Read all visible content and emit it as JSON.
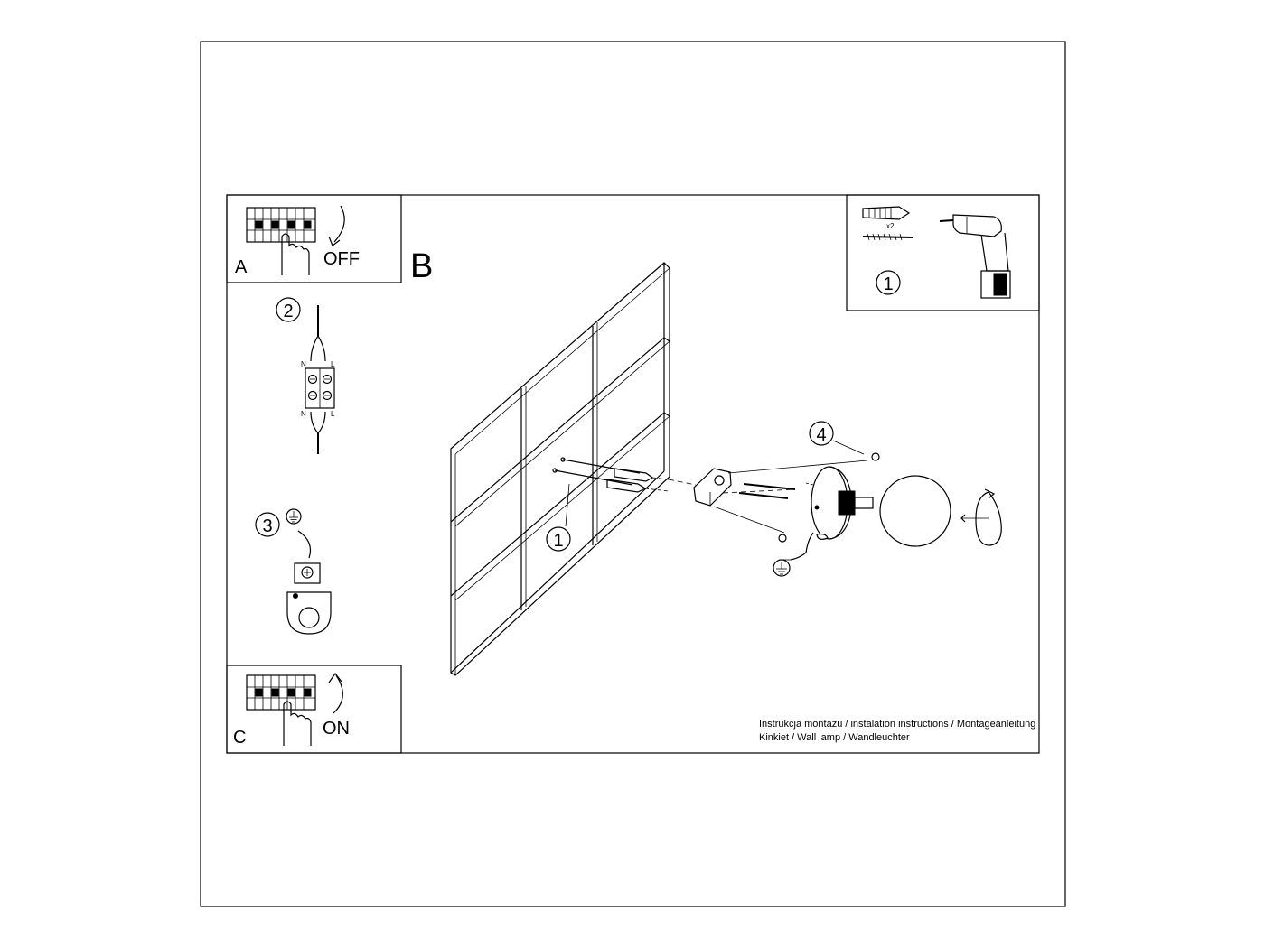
{
  "panel_a": {
    "letter": "A",
    "label": "OFF"
  },
  "panel_c": {
    "letter": "C",
    "label": "ON"
  },
  "panel_b": {
    "letter": "B"
  },
  "tools": {
    "step": "1",
    "multiplier": "x2"
  },
  "steps": {
    "s1": "1",
    "s2": "2",
    "s3": "3",
    "s4": "4"
  },
  "terminal": {
    "n_top": "N",
    "l_top": "L",
    "n_bottom": "N",
    "l_bottom": "L"
  },
  "footer": {
    "line1": "Instrukcja montażu / instalation instructions / Montageanleitung",
    "line2": "Kinkiet / Wall lamp / Wandleuchter"
  }
}
